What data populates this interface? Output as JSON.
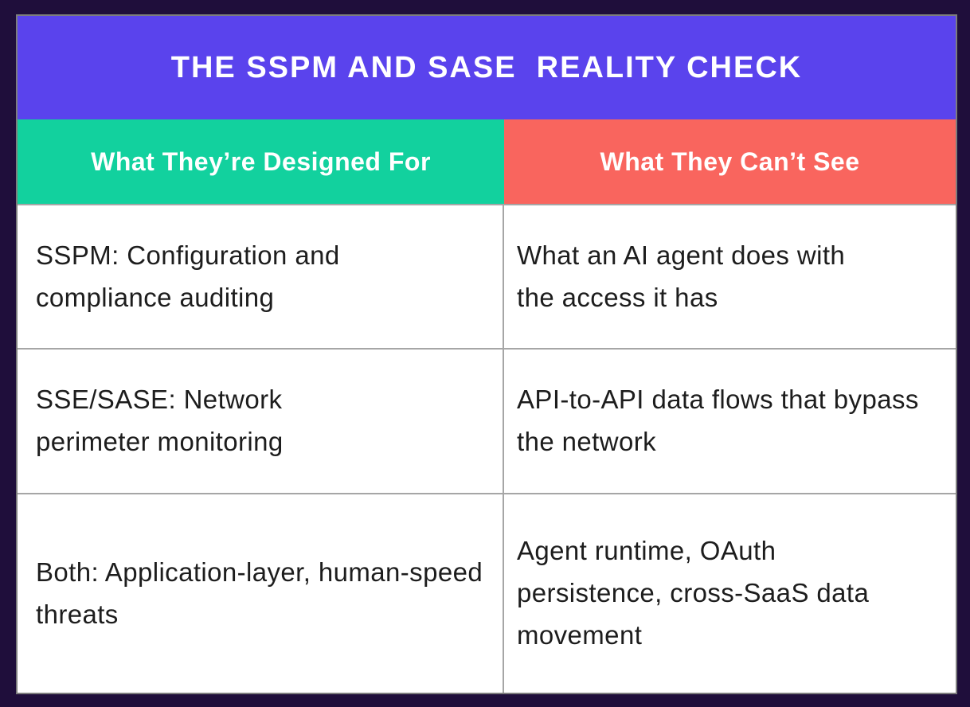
{
  "title": "THE SSPM AND SASE  REALITY CHECK",
  "columns": {
    "designed_for": {
      "label": "What They’re Designed For"
    },
    "cant_see": {
      "label": "What They Can’t See"
    }
  },
  "rows": [
    {
      "designed_for": "SSPM: Configuration and compliance auditing",
      "cant_see": "What an AI agent does with the access it has"
    },
    {
      "designed_for": "SSE/SASE: Network perimeter monitoring",
      "cant_see": "API-to-API data flows that bypass the network"
    },
    {
      "designed_for": "Both: Application-layer, human-speed threats",
      "cant_see": "Agent runtime, OAuth persistence, cross-SaaS data movement"
    }
  ],
  "colors": {
    "background": "#1f0e3b",
    "title_bar": "#5a43ed",
    "designed_for_header": "#12d19e",
    "cant_see_header": "#f9655e",
    "border": "#a6a6a6",
    "header_text": "#ffffff",
    "body_text": "#1d1d1d"
  }
}
